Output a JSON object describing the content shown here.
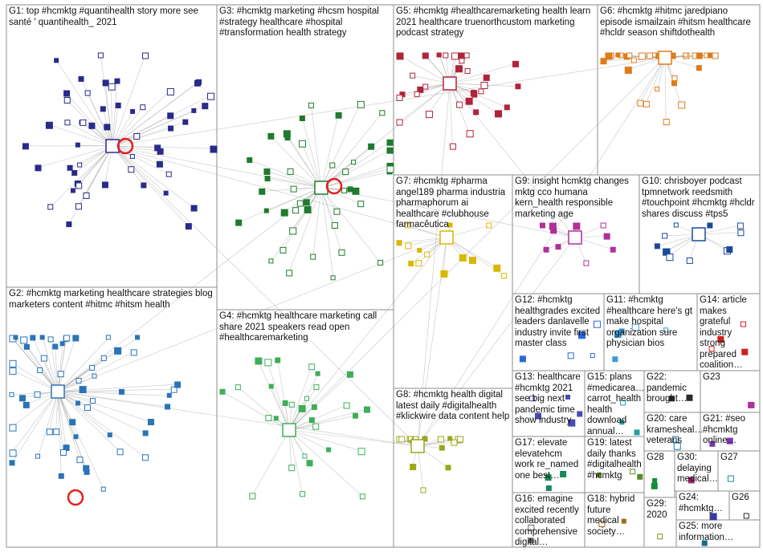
{
  "groups": [
    {
      "id": "G1",
      "text": "G1: top #hcmktg #quantihealth story more see santé ' quantihealth_ 2021",
      "color": "#2a2a8a"
    },
    {
      "id": "G2",
      "text": "G2: #hcmktg marketing healthcare strategies blog marketers content #hitmc #hitsm health",
      "color": "#2a74b8"
    },
    {
      "id": "G3",
      "text": "G3: #hcmktg marketing #hcsm hospital #strategy healthcare #hospital #transformation health strategy",
      "color": "#1f7a2e"
    },
    {
      "id": "G4",
      "text": "G4: #hcmktg healthcare marketing call share 2021 speakers read open #healthcaremarketing",
      "color": "#3fae5a"
    },
    {
      "id": "G5",
      "text": "G5: #hcmktg #healthcaremarketing health learn 2021 healthcare truenorthcustom marketing podcast strategy",
      "color": "#b0243a"
    },
    {
      "id": "G6",
      "text": "G6: #hcmktg #hitmc jaredpiano episode ismailzain #hitsm healthcare #hcldr season shiftdothealth",
      "color": "#e07b1a"
    },
    {
      "id": "G7",
      "text": "G7: #hcmktg #pharma angel189 pharma industria pharmaphorum ai healthcare #clubhouse farmacêutica",
      "color": "#d8b800"
    },
    {
      "id": "G8",
      "text": "G8: #hcmktg health digital latest daily #digitalhealth #klickwire data content help",
      "color": "#9aa81a"
    },
    {
      "id": "G9",
      "text": "G9: insight hcmktg changes mktg cco humana kern_health responsible marketing age",
      "color": "#b0309a"
    },
    {
      "id": "G10",
      "text": "G10: chrisboyer podcast tpmnetwork reedsmith #touchpoint #hcmktg #hcldr shares discuss #tps5",
      "color": "#1a4a9a"
    },
    {
      "id": "G11",
      "text": "G11: #hcmktg #healthcare here's gt make hospital organization sure physician bios",
      "color": "#3a9ad8"
    },
    {
      "id": "G12",
      "text": "G12: #hcmktg healthgrades excited leaders danlavelle industry invite first master class",
      "color": "#2a6ad8"
    },
    {
      "id": "G13",
      "text": "G13: healthcare #hcmktg 2021 see big next pandemic time show industry",
      "color": "#4a4ab0"
    },
    {
      "id": "G14",
      "text": "G14: article makes grateful industry strong prepared coalition…",
      "color": "#d02020"
    },
    {
      "id": "G15",
      "text": "G15: plans #medicarea… carrot_health health download annual…",
      "color": "#20a0a0"
    },
    {
      "id": "G16",
      "text": "G16: emagine excited recently collaborated comprehensive digital…",
      "color": "#6a6a6a"
    },
    {
      "id": "G17",
      "text": "G17: elevate elevatehcm work re_named one best…",
      "color": "#1a8a5a"
    },
    {
      "id": "G18",
      "text": "G18: hybrid future medical society…",
      "color": "#a06a20"
    },
    {
      "id": "G19",
      "text": "G19: latest daily thanks #digitalhealth #hcmktg",
      "color": "#5a8a2a"
    },
    {
      "id": "G20",
      "text": "G20: care kramesheal… veterans",
      "color": "#1a7aa8"
    },
    {
      "id": "G21",
      "text": "G21: #seo #hcmktg online…",
      "color": "#7a3ab0"
    },
    {
      "id": "G22",
      "text": "G22: pandemic brought…",
      "color": "#2a2a2a"
    },
    {
      "id": "G23",
      "text": "G23",
      "color": "#b0309a"
    },
    {
      "id": "G24",
      "text": "G24: #hcmktg…",
      "color": "#3a3a9a"
    },
    {
      "id": "G25",
      "text": "G25: more information…",
      "color": "#1a6a8a"
    },
    {
      "id": "G26",
      "text": "G26",
      "color": "#2a2a2a"
    },
    {
      "id": "G27",
      "text": "G27",
      "color": "#1a8a8a"
    },
    {
      "id": "G28",
      "text": "G28",
      "color": "#1a8a3a"
    },
    {
      "id": "G29",
      "text": "G29: 2020",
      "color": "#8a8a1a"
    },
    {
      "id": "G30",
      "text": "G30: delaying medical…",
      "color": "#a02a6a"
    }
  ],
  "hub_color": "#e02020"
}
